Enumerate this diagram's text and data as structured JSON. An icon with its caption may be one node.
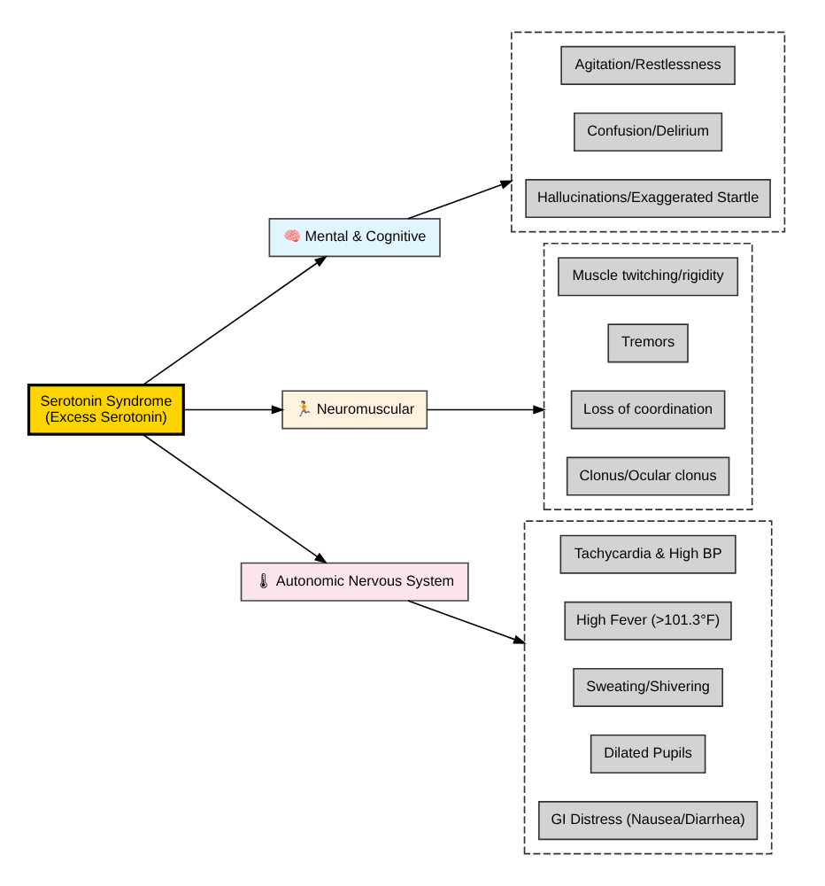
{
  "diagram": {
    "nodes": [
      {
        "text": [
          "Serotonin Syndrome (Excess Serotonin)"
        ]
      },
      {
        "text": [
          "🧠 Mental & Cognitive"
        ]
      },
      {
        "text": [
          "🏃 Neuromuscular"
        ]
      },
      {
        "text": [
          "🌡 Autonomic Nervous System"
        ]
      },
      {
        "text": [],
        "shape": "box"
      },
      {
        "text": [
          "Agitation/Restlessness"
        ],
        "in": 4
      },
      {
        "text": [
          "Confusion/Delirium"
        ],
        "in": 4
      },
      {
        "text": [
          "Hallucinations/Exaggerated Startle"
        ],
        "in": 4
      },
      {
        "text": [],
        "shape": "box"
      },
      {
        "text": [
          "Muscle twitching/rigidity"
        ],
        "in": 8
      },
      {
        "text": [
          "Tremors"
        ],
        "in": 8
      },
      {
        "text": [
          "Loss of coordination"
        ],
        "in": 8
      },
      {
        "text": [
          "Clonus/Ocular clonus"
        ],
        "in": 8
      },
      {
        "text": [],
        "shape": "box"
      },
      {
        "text": [
          "Tachycardia & High BP"
        ],
        "in": 13
      },
      {
        "text": [
          "High Fever (>101.3°F)"
        ],
        "in": 13
      },
      {
        "text": [
          "Sweating/Shivering"
        ],
        "in": 13
      },
      {
        "text": [
          "Dilated Pupils"
        ],
        "in": 13
      },
      {
        "text": [
          "GI Distress (Nausea/Diarrhea)"
        ],
        "in": 13
      }
    ],
    "edges": [
      {
        "from": 0,
        "to": 1,
        "arrow": "to"
      },
      {
        "from": 0,
        "to": 2,
        "arrow": "to"
      },
      {
        "from": 0,
        "to": 3,
        "arrow": "to"
      },
      {
        "from": 1,
        "to": 4,
        "arrow": "to"
      },
      {
        "from": 2,
        "to": 8,
        "arrow": "to"
      },
      {
        "from": 3,
        "to": 13,
        "arrow": "to"
      }
    ]
  }
}
